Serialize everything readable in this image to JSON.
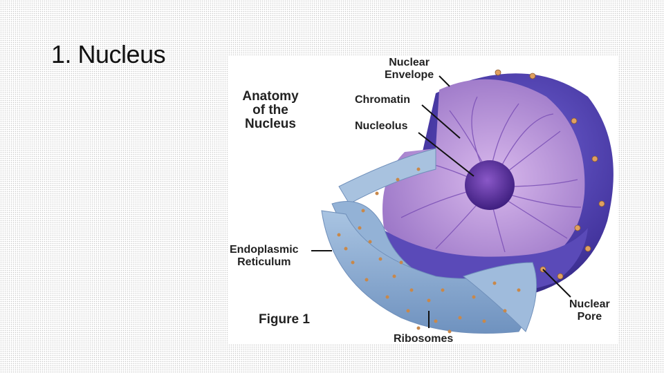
{
  "slide": {
    "title": "1. Nucleus"
  },
  "figure": {
    "heading_lines": [
      "Anatomy",
      "of the",
      "Nucleus"
    ],
    "caption": "Figure 1",
    "labels": {
      "nuclear_envelope": [
        "Nuclear",
        "Envelope"
      ],
      "chromatin": "Chromatin",
      "nucleolus": "Nucleolus",
      "endoplasmic_reticulum": [
        "Endoplasmic",
        "Reticulum"
      ],
      "ribosomes": "Ribosomes",
      "nuclear_pore": [
        "Nuclear",
        "Pore"
      ]
    }
  },
  "colors": {
    "envelope_outer": "#4b3ea8",
    "envelope_inner": "#b58fd6",
    "nucleolus": "#5a2a9a",
    "er": "#8fb0d4",
    "ribosome": "#c8884a"
  }
}
